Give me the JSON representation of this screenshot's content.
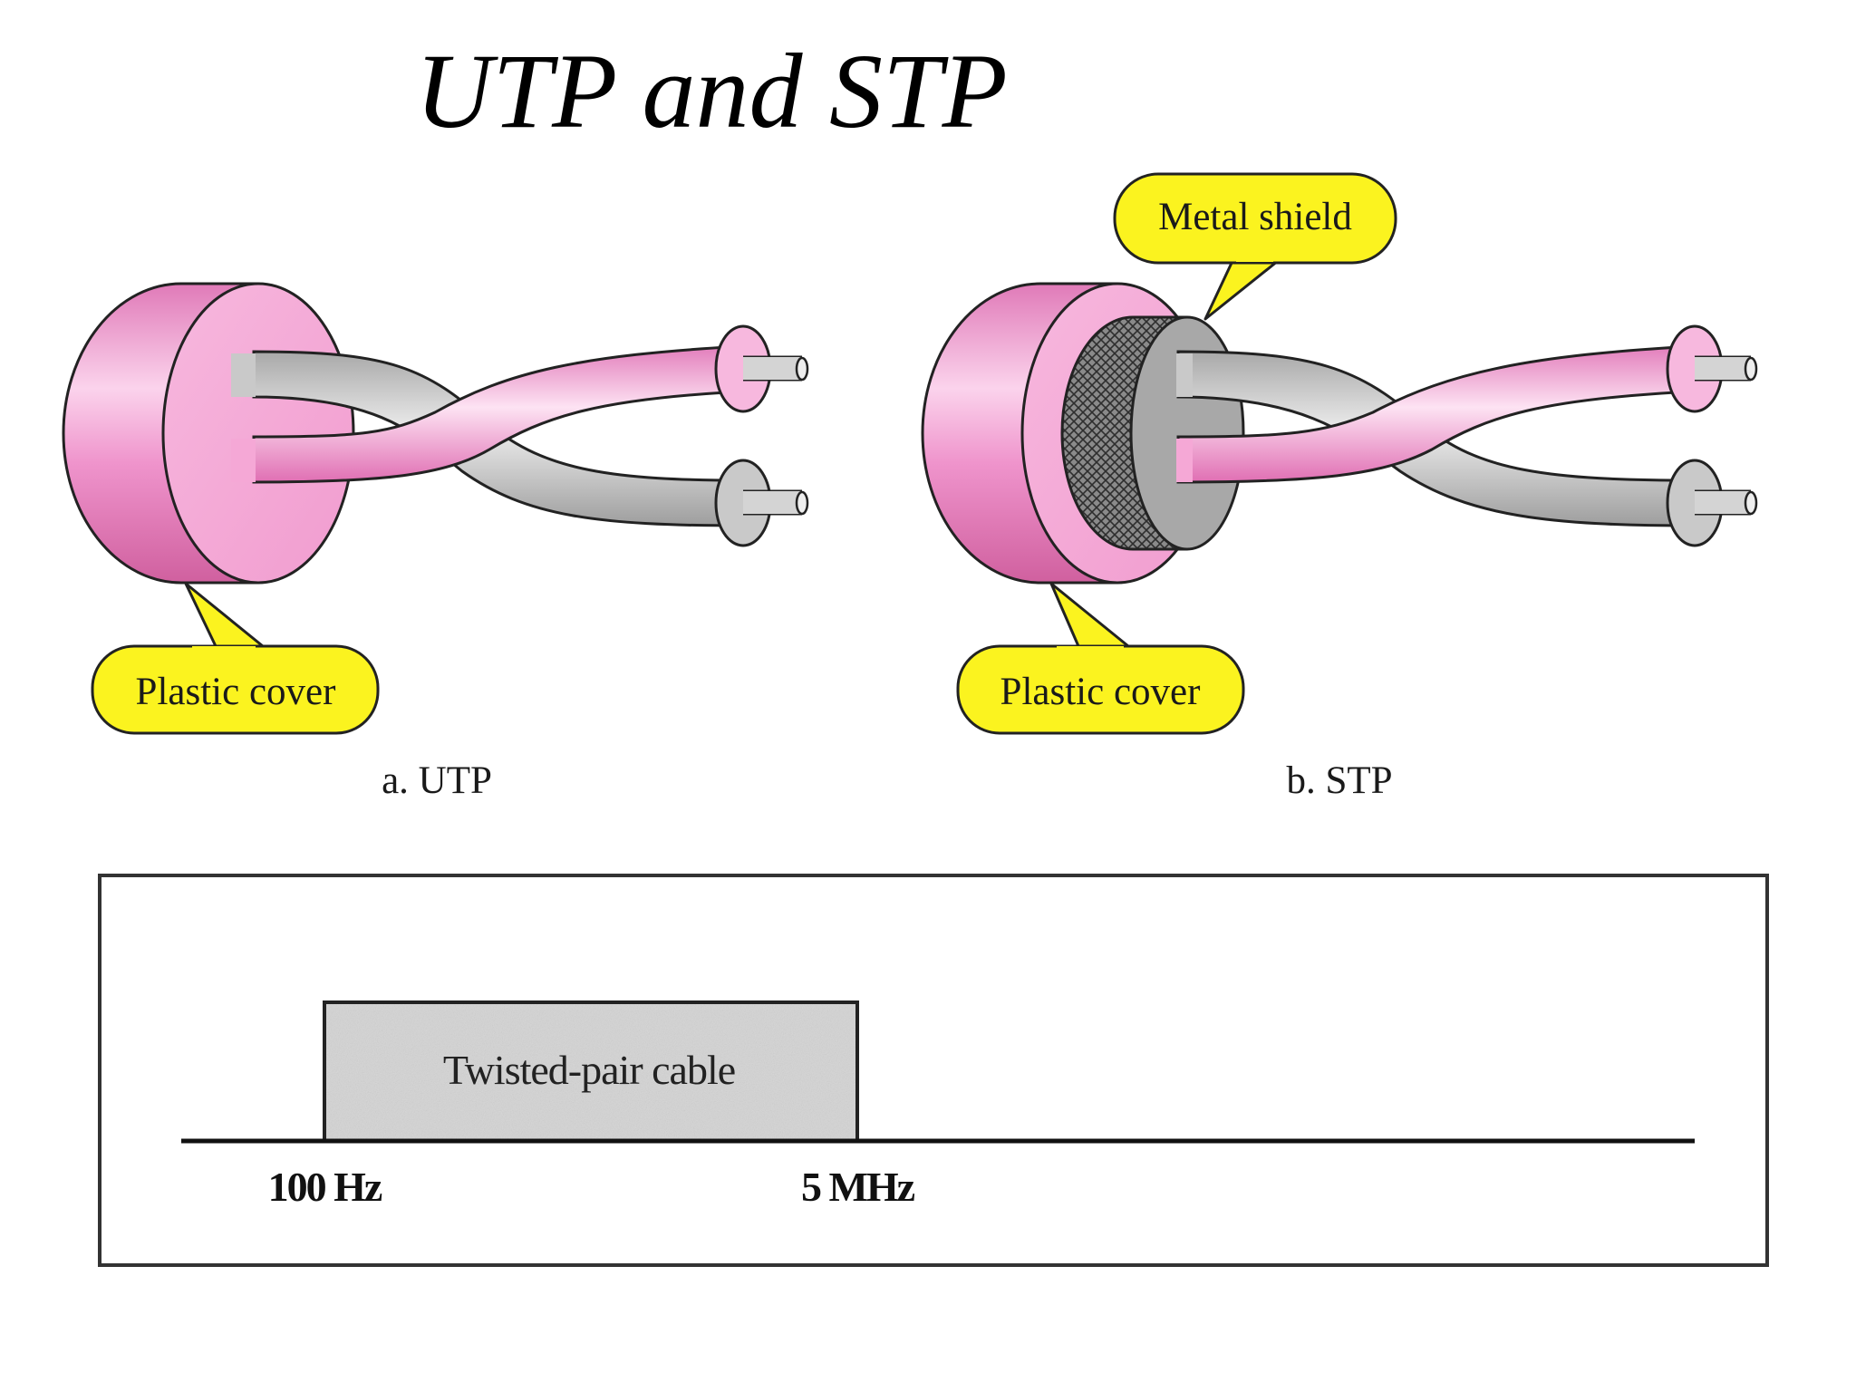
{
  "title": "UTP and STP",
  "utp": {
    "callout": "Plastic cover",
    "caption": "a. UTP"
  },
  "stp": {
    "callout_shield": "Metal shield",
    "callout_cover": "Plastic cover",
    "caption": "b. STP"
  },
  "band": {
    "label": "Twisted-pair cable",
    "low_freq": "100 Hz",
    "high_freq": "5 MHz"
  },
  "colors": {
    "cover_pink": "#ee8fc8",
    "cover_light": "#f6b3dc",
    "wire_gray": "#c4c4c4",
    "callout_yellow": "#fbf31f",
    "band_fill": "#d7d7d7"
  }
}
